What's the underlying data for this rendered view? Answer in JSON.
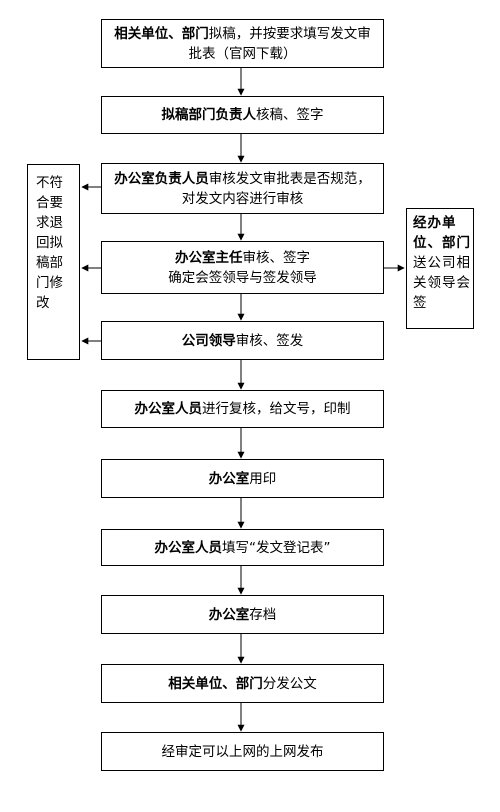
{
  "steps": [
    {
      "bold": "相关单位、部门",
      "text": "拟稿，并按要求填写发文审批表（官网下载）"
    },
    {
      "bold": "拟稿部门负责人",
      "text": "核稿、签字"
    },
    {
      "bold": "办公室负责人员",
      "text": "审核发文审批表是否规范，对发文内容进行审核"
    },
    {
      "bold": "办公室主任",
      "text": "审核、签字",
      "line2": "确定会签领导与签发领导"
    },
    {
      "bold": "公司领导",
      "text": "审核、签发"
    },
    {
      "bold": "办公室人员",
      "text": "进行复核，给文号，印制"
    },
    {
      "bold": "办公室",
      "text": "用印"
    },
    {
      "bold": "办公室人员",
      "text": "填写“发文登记表”"
    },
    {
      "bold": "办公室",
      "text": "存档"
    },
    {
      "bold": "相关单位、部门",
      "text": "分发公文"
    },
    {
      "bold": "",
      "text": "经审定可以上网的上网发布"
    }
  ],
  "reject": {
    "text": "不符合要求退回拟稿部门修改"
  },
  "countersign": {
    "bold": "经办单位、部门",
    "text": "送公司相关领导会签"
  }
}
